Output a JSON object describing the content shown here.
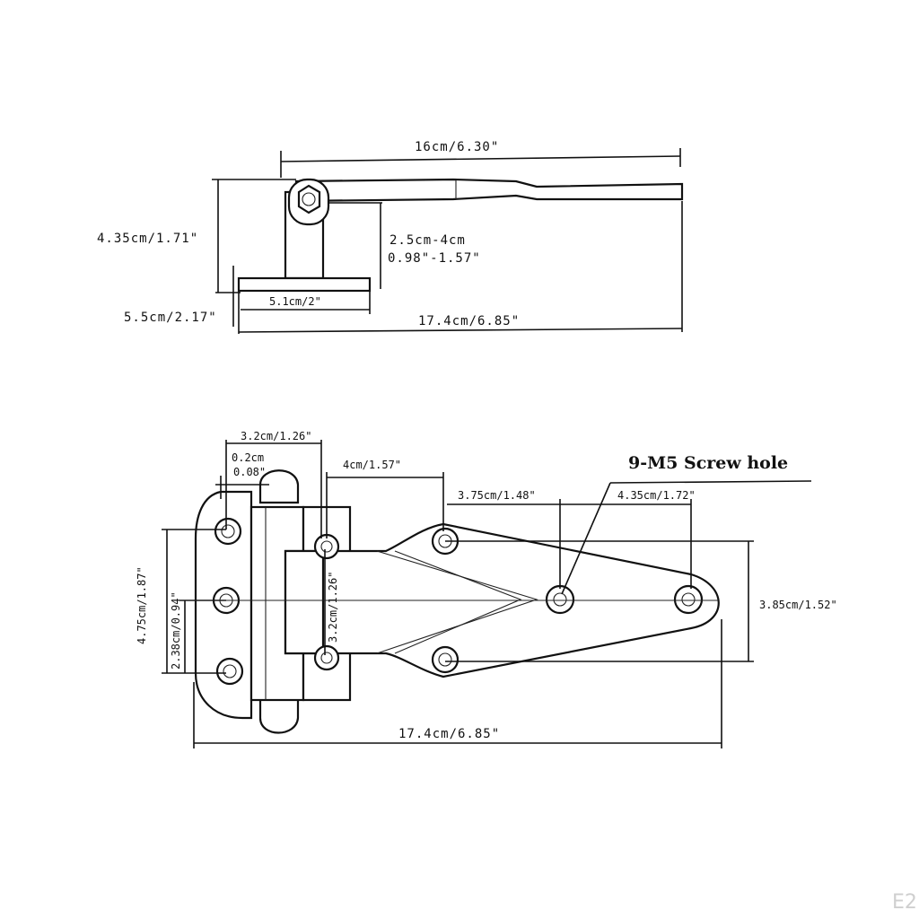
{
  "side_view": {
    "overall_length": "16cm/6.30\"",
    "total_height": "4.35cm/1.71\"",
    "adjust_range_cm": "2.5cm-4cm",
    "adjust_range_in": "0.98\"-1.57\"",
    "base_plate_width": "5.1cm/2\"",
    "base_plate_gap": "5.5cm/2.17\"",
    "base_length": "17.4cm/6.85\""
  },
  "top_view": {
    "mount_width": "3.2cm/1.26\"",
    "offset_cm": "0.2cm",
    "offset_in": "0.08\"",
    "knuckle_to_hole": "4cm/1.57\"",
    "screw_hole_callout": "9-M5 Screw hole",
    "hole_spacing_1": "3.75cm/1.48\"",
    "hole_spacing_2": "4.35cm/1.72\"",
    "outer_height": "4.75cm/1.87\"",
    "half_height": "2.38cm/0.94\"",
    "strap_height": "3.2cm/1.26\"",
    "arm_height": "3.85cm/1.52\"",
    "overall_length": "17.4cm/6.85\""
  },
  "watermark": "E2"
}
